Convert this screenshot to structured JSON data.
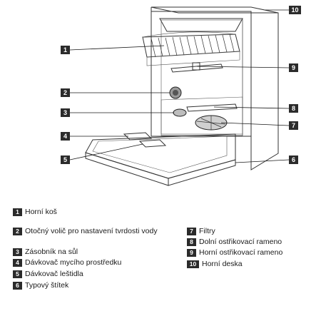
{
  "callouts": [
    {
      "num": "1",
      "label": "Horní koš"
    },
    {
      "num": "2",
      "label": "Otočný volič pro nastavení tvrdosti vody"
    },
    {
      "num": "3",
      "label": "Zásobník na sůl"
    },
    {
      "num": "4",
      "label": "Dávkovač mycího prostředku"
    },
    {
      "num": "5",
      "label": "Dávkovač leštidla"
    },
    {
      "num": "6",
      "label": "Typový štítek"
    },
    {
      "num": "7",
      "label": "Filtry"
    },
    {
      "num": "8",
      "label": "Dolní ostřikovací rameno"
    },
    {
      "num": "9",
      "label": "Horní ostřikovací rameno"
    },
    {
      "num": "10",
      "label": "Horní deska"
    }
  ]
}
